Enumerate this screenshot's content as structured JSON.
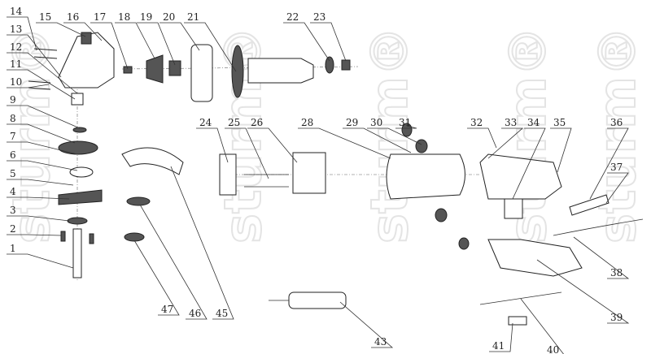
{
  "diagram": {
    "title": "Angle grinder exploded parts diagram",
    "watermark": "sturm®",
    "labels": [
      "1",
      "2",
      "3",
      "4",
      "5",
      "6",
      "7",
      "8",
      "9",
      "10",
      "11",
      "12",
      "13",
      "14",
      "15",
      "16",
      "17",
      "18",
      "19",
      "20",
      "21",
      "22",
      "23",
      "24",
      "25",
      "26",
      "28",
      "29",
      "30",
      "31",
      "32",
      "33",
      "34",
      "35",
      "36",
      "37",
      "38",
      "39",
      "40",
      "41",
      "43",
      "45",
      "46",
      "47"
    ]
  }
}
